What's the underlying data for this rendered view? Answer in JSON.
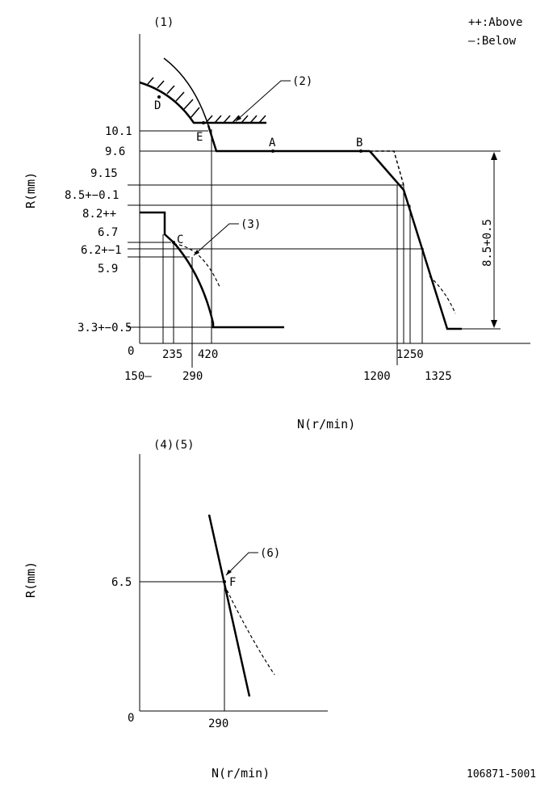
{
  "legend": {
    "above": "++:Above",
    "below": "—:Below"
  },
  "top_diagram": {
    "note_label": "(1)",
    "callout_2": "(2)",
    "callout_3": "(3)",
    "y_axis_title": "R(mm)",
    "x_axis_title": "N(r/min)",
    "origin": "0",
    "y_ticks": [
      "10.1",
      "9.6",
      "9.15",
      "8.5+−0.1",
      "8.2++",
      "6.7",
      "6.2+−1",
      "5.9",
      "3.3+−0.5"
    ],
    "x_ticks": [
      "150—",
      "235",
      "290",
      "420",
      "1200",
      "1250",
      "1325"
    ],
    "points": [
      "A",
      "B",
      "C",
      "D",
      "E"
    ],
    "dimension": "8.5+0.5"
  },
  "bottom_diagram": {
    "note_label": "(4)(5)",
    "callout_6": "(6)",
    "y_axis_title": "R(mm)",
    "x_axis_title": "N(r/min)",
    "origin": "0",
    "y_tick": "6.5",
    "x_tick": "290",
    "point": "F"
  },
  "drawing_number": "106871-5001"
}
